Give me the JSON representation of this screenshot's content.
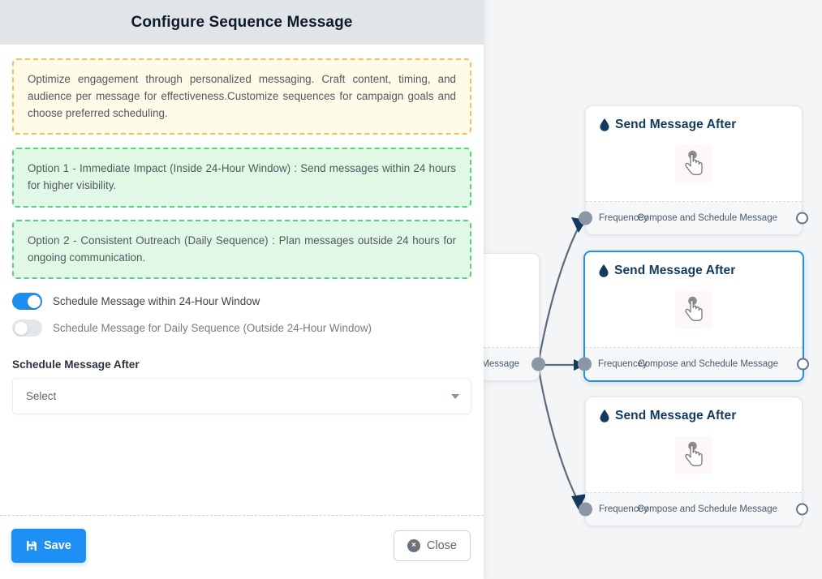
{
  "modal": {
    "title": "Configure Sequence Message",
    "info_text": "Optimize engagement through personalized messaging. Craft content, timing, and audience per message for effectiveness.Customize sequences for campaign goals and choose preferred scheduling.",
    "option_1": "Option 1 - Immediate Impact (Inside 24-Hour Window) : Send messages within 24 hours for higher visibility.",
    "option_2": "Option 2 - Consistent Outreach (Daily Sequence) : Plan messages outside 24 hours for ongoing communication.",
    "toggles": [
      {
        "label": "Schedule Message within 24-Hour Window",
        "state": "on"
      },
      {
        "label": "Schedule Message for Daily Sequence (Outside 24-Hour Window)",
        "state": "off"
      }
    ],
    "select_field": {
      "label": "Schedule Message After",
      "value": "Select"
    },
    "footer": {
      "save_label": "Save",
      "save_icon": "save-floppy-icon",
      "close_label": "Close",
      "close_icon": "close-circle-icon",
      "close_glyph": "×"
    }
  },
  "canvas": {
    "nodes": [
      {
        "title": "Send Message After",
        "icon": "water-drop-icon",
        "center_icon": "tap-hand-cursor-icon",
        "port_in_label": "Frequencey",
        "port_out_label": "Compose and Schedule Message",
        "selected": false
      },
      {
        "title": "Send Message After",
        "icon": "water-drop-icon",
        "center_icon": "tap-hand-cursor-icon",
        "port_in_label": "Frequencey",
        "port_out_label": "Compose and Schedule Message",
        "selected": true
      },
      {
        "title": "Send Message After",
        "icon": "water-drop-icon",
        "center_icon": "tap-hand-cursor-icon",
        "port_in_label": "Frequencey",
        "port_out_label": "Compose and Schedule Message",
        "selected": false
      }
    ],
    "partial_node": {
      "port_out_label": "ce Message"
    }
  },
  "colors": {
    "accent_blue": "#1e90f5",
    "node_title": "#123a5e",
    "selected_border": "#1e91e6",
    "info_border": "#f5bf5c",
    "info_bg": "#fefce9",
    "option_border": "#55d37f",
    "option_bg": "#e2f8e7",
    "header_bg": "#e2e5e8",
    "canvas_bg": "#f4f5f7",
    "edge_stroke": "#5b6b7c"
  }
}
